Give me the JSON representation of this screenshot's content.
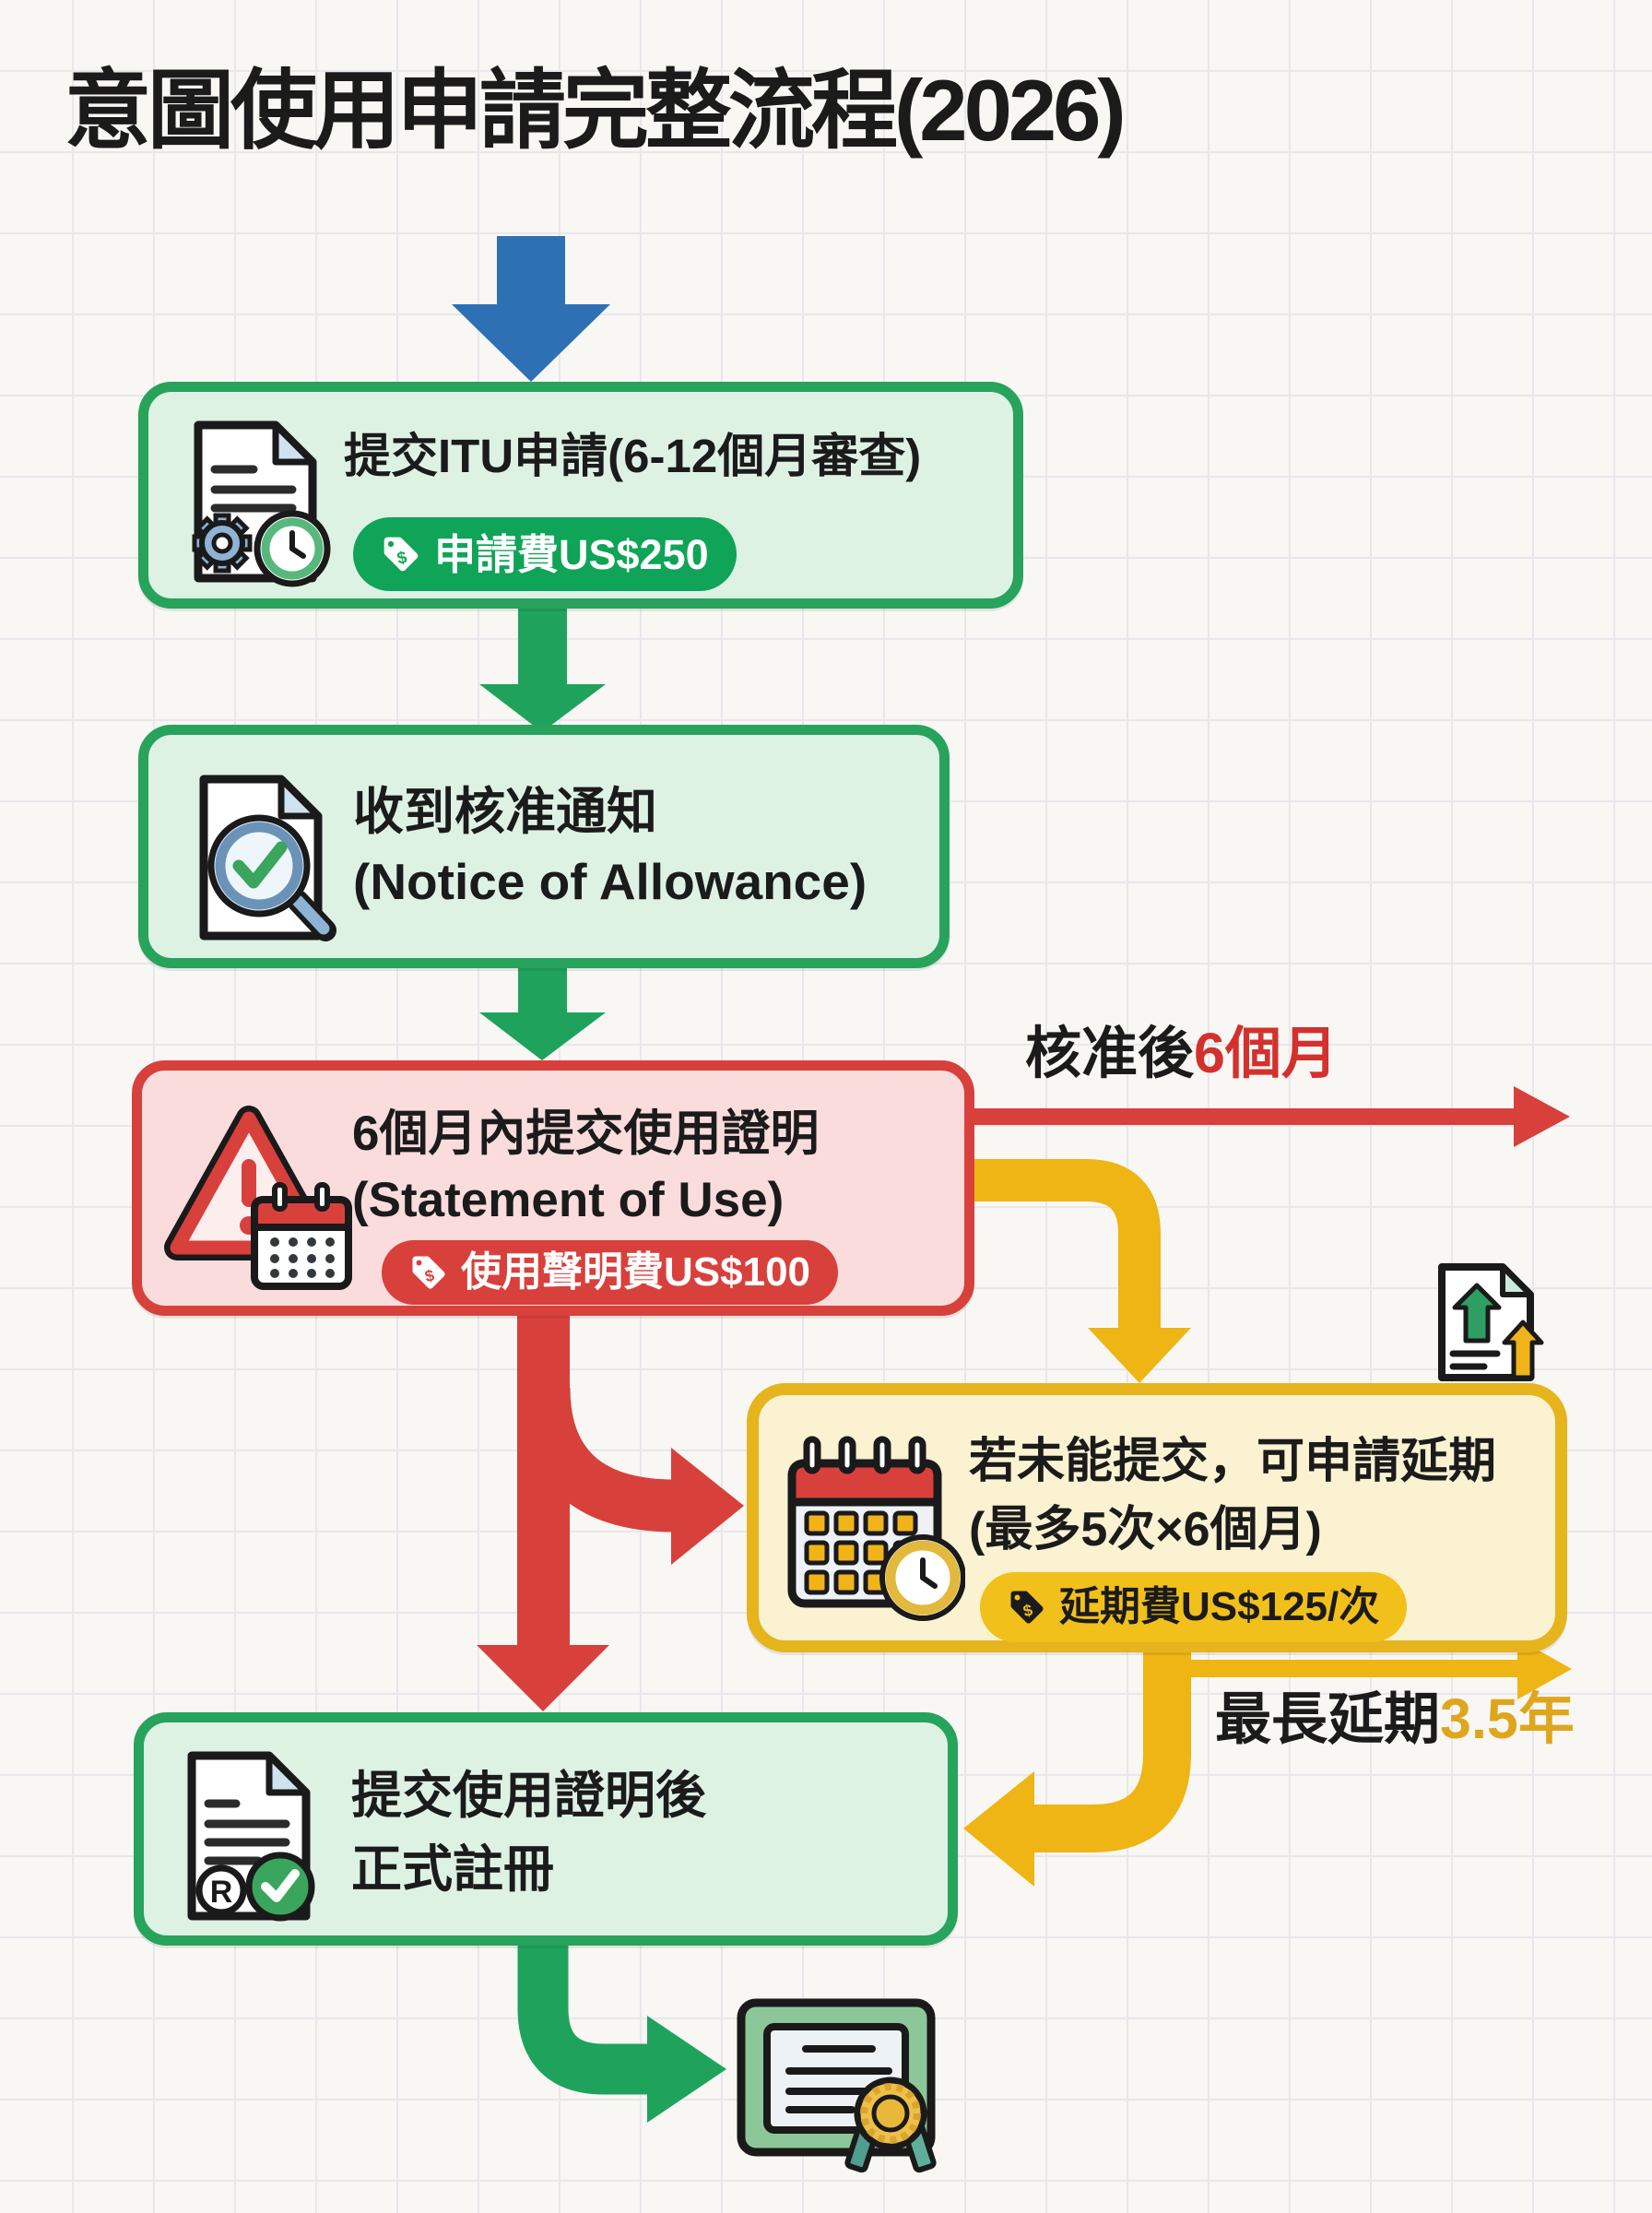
{
  "title": "意圖使用申請完整流程(2026)",
  "colors": {
    "background": "#f8f7f3",
    "grid_line": "#e8e7ed",
    "text": "#1b1b1b",
    "blue_arrow": "#2e70b4",
    "green": "#27a35c",
    "green_arrow": "#1fa35c",
    "green_box_bg": "#def2e4",
    "green_badge_bg": "#0fa457",
    "red": "#d8403c",
    "red_box_bg": "#fadcdc",
    "yellow": "#eeb515",
    "yellow_border": "#e6b41c",
    "yellow_box_bg": "#fbf2d2",
    "yellow_badge_bg": "#f2c01b",
    "gold_text": "#dfa61d",
    "red_text": "#d3312e"
  },
  "steps": {
    "itu": {
      "title": "提交ITU申請(6-12個月審查)",
      "fee": "申請費US$250",
      "icon": "document-gear-clock-icon"
    },
    "noa": {
      "line1": "收到核准通知",
      "line2": "(Notice of Allowance)",
      "icon": "document-magnifier-check-icon"
    },
    "sou": {
      "line1": "6個月內提交使用證明",
      "line2": "(Statement of Use)",
      "fee": "使用聲明費US$100",
      "icon": "warning-calendar-icon"
    },
    "extension": {
      "line1": "若未能提交，可申請延期",
      "line2": "(最多5次×6個月)",
      "fee": "延期費US$125/次",
      "icon": "calendar-clock-icon"
    },
    "register": {
      "line1": "提交使用證明後",
      "line2": "正式註冊",
      "icon": "document-registered-check-icon"
    }
  },
  "labels": {
    "after_approval_prefix": "核准後",
    "after_approval_highlight": "6個月",
    "max_extension_prefix": "最長延期",
    "max_extension_highlight": "3.5年"
  },
  "decorations": {
    "start_arrow": "blue-down-arrow",
    "end_icons": [
      "upload-document-icon",
      "certificate-icon"
    ]
  }
}
